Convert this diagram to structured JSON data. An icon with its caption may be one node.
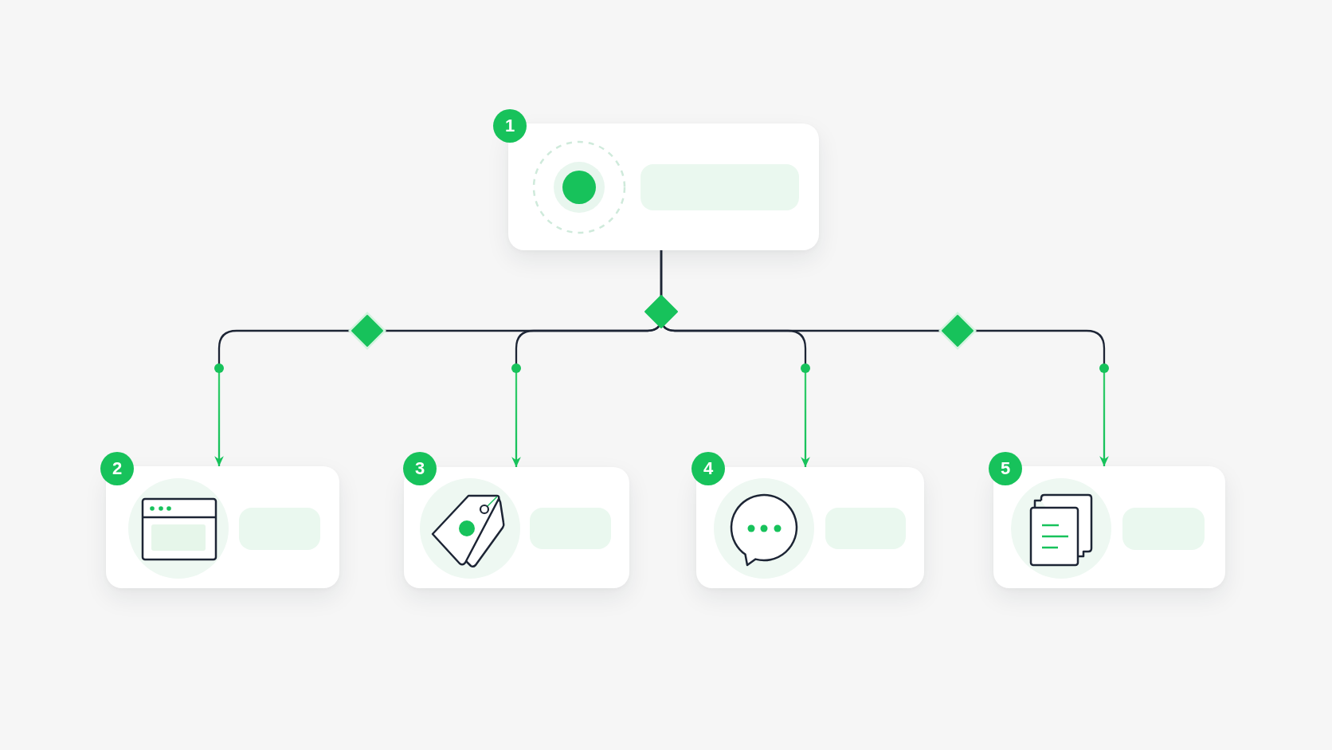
{
  "diagram": {
    "nodes": [
      {
        "text": [
          "1"
        ]
      },
      {
        "text": [
          "2"
        ]
      },
      {
        "text": [
          "3"
        ]
      },
      {
        "text": [
          "4"
        ]
      },
      {
        "text": [
          "5"
        ]
      }
    ],
    "edges": [
      {
        "from": 0,
        "to": 1,
        "arrow": "to"
      },
      {
        "from": 0,
        "to": 2,
        "arrow": "to"
      },
      {
        "from": 0,
        "to": 3,
        "arrow": "to"
      },
      {
        "from": 0,
        "to": 4,
        "arrow": "to"
      }
    ]
  }
}
